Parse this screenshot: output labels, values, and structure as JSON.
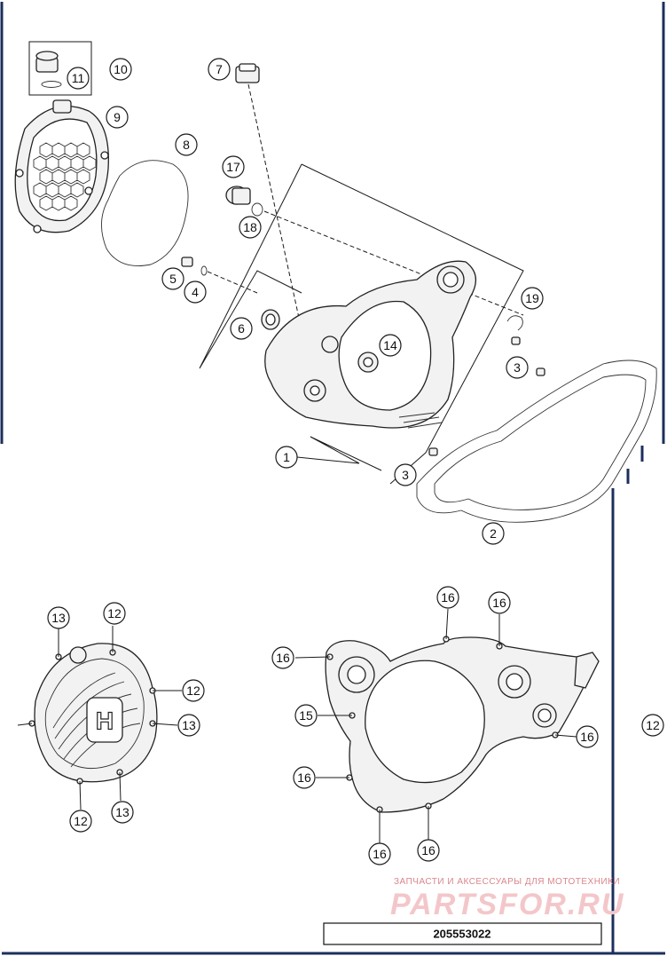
{
  "document_number": "205553022",
  "watermark": {
    "tagline": "ЗАПЧАСТИ И АКСЕССУАРЫ ДЛЯ МОТОТЕХНИКИ",
    "brand": "PARTSFOR.RU"
  },
  "cover_emblem": "H",
  "callouts": {
    "c1": "1",
    "c2": "2",
    "c3a": "3",
    "c3b": "3",
    "c4": "4",
    "c5": "5",
    "c6": "6",
    "c7": "7",
    "c8": "8",
    "c9": "9",
    "c10": "10",
    "c11": "11",
    "c14": "14",
    "c17": "17",
    "c18": "18",
    "c19": "19",
    "c13a": "13",
    "c12a": "12",
    "c12b": "12",
    "c13b": "13",
    "c12c": "12",
    "c13c": "13",
    "c16a": "16",
    "c16b": "16",
    "c16c": "16",
    "c15": "15",
    "c16d": "16",
    "c16e": "16",
    "c16f": "16",
    "c16g": "16",
    "c12d": "12"
  }
}
